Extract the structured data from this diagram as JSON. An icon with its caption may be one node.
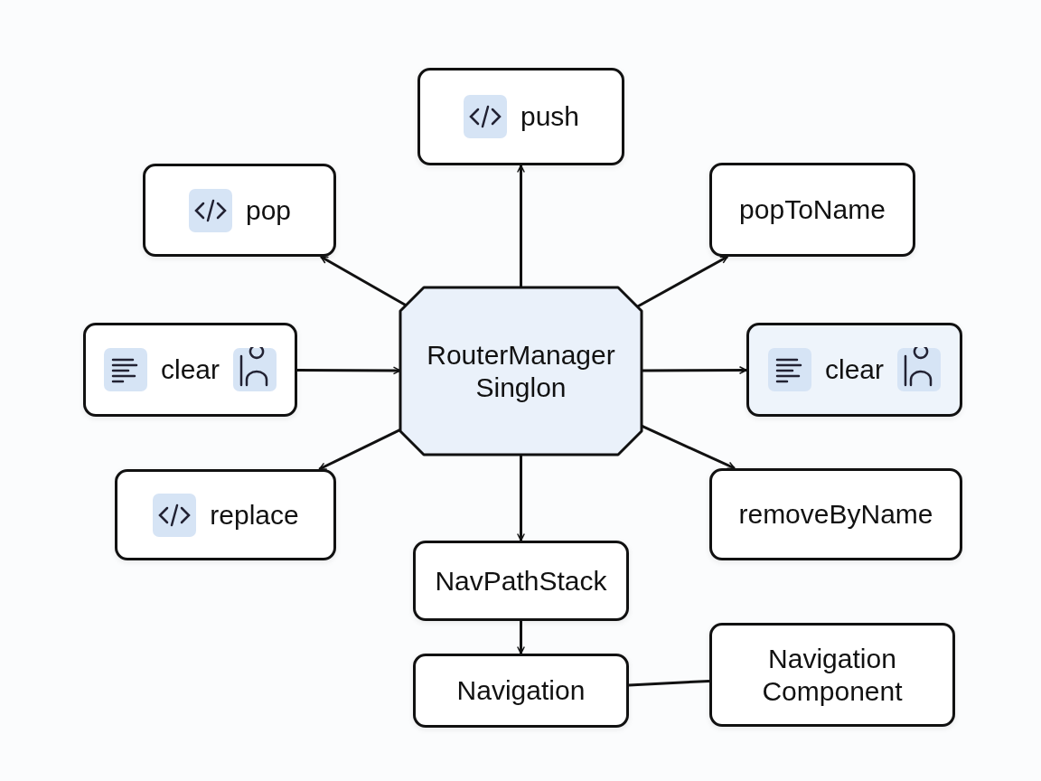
{
  "diagram": {
    "nodes": [
      {
        "text": [
          "RouterManager Singlon"
        ]
      },
      {
        "text": [
          "push"
        ]
      },
      {
        "text": [
          "pop"
        ]
      },
      {
        "text": [
          "popToName"
        ]
      },
      {
        "text": [
          "clear"
        ]
      },
      {
        "text": [
          "clear"
        ]
      },
      {
        "text": [
          "replace"
        ]
      },
      {
        "text": [
          "removeByName"
        ]
      },
      {
        "text": [
          "NavPathStack"
        ]
      },
      {
        "text": [
          "Navigation"
        ]
      },
      {
        "text": [
          "Navigation Component"
        ]
      }
    ],
    "edges": [
      {
        "from": 0,
        "to": 1,
        "arrow": "to"
      },
      {
        "from": 0,
        "to": 2,
        "arrow": "to"
      },
      {
        "from": 0,
        "to": 3,
        "arrow": "to"
      },
      {
        "from": 4,
        "to": 0,
        "arrow": "to"
      },
      {
        "from": 0,
        "to": 5,
        "arrow": "to"
      },
      {
        "from": 0,
        "to": 6,
        "arrow": "to"
      },
      {
        "from": 0,
        "to": 7,
        "arrow": "to"
      },
      {
        "from": 0,
        "to": 8,
        "arrow": "to"
      },
      {
        "from": 8,
        "to": 9,
        "arrow": "to"
      },
      {
        "from": 9,
        "to": 10,
        "arrow": "none"
      }
    ]
  }
}
